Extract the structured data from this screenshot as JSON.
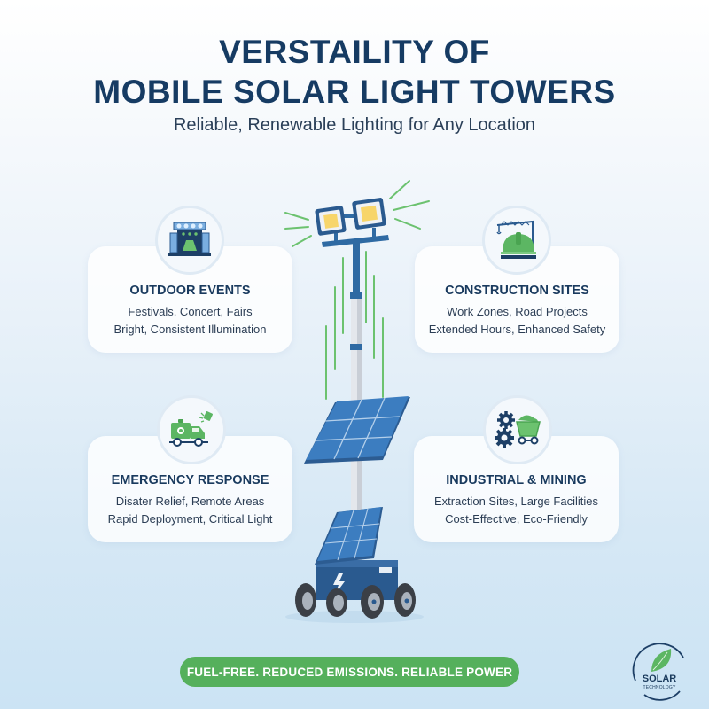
{
  "header": {
    "title_line1": "VERSTAILITY OF",
    "title_line2": "MOBILE SOLAR LIGHT TOWERS",
    "subtitle": "Reliable, Renewable Lighting for Any Location"
  },
  "cards": [
    {
      "id": "outdoor-events",
      "icon": "stage-icon",
      "title": "OUTDOOR EVENTS",
      "line1": "Festivals, Concert, Fairs",
      "line2": "Bright, Consistent Illumination"
    },
    {
      "id": "construction-sites",
      "icon": "hardhat-crane-icon",
      "title": "CONSTRUCTION SITES",
      "line1": "Work Zones, Road Projects",
      "line2": "Extended Hours, Enhanced Safety"
    },
    {
      "id": "emergency-response",
      "icon": "emergency-truck-icon",
      "title": "EMERGENCY RESPONSE",
      "line1": "Disater Relief, Remote Areas",
      "line2": "Rapid Deployment, Critical Light"
    },
    {
      "id": "industrial-mining",
      "icon": "gears-minecart-icon",
      "title": "INDUSTRIAL & MINING",
      "line1": "Extraction Sites, Large Facilities",
      "line2": "Cost-Effective, Eco-Friendly"
    }
  ],
  "tagline": "FUEL-FREE. REDUCED EMISSIONS. RELIABLE POWER",
  "logo": {
    "line1": "SOLAR",
    "line2": "TECHNOLOGY",
    "icon": "leaf-icon"
  },
  "colors": {
    "navy": "#163b63",
    "green": "#55b05c",
    "panel_blue": "#3a74b0",
    "lamp_yellow": "#f7d56a"
  }
}
